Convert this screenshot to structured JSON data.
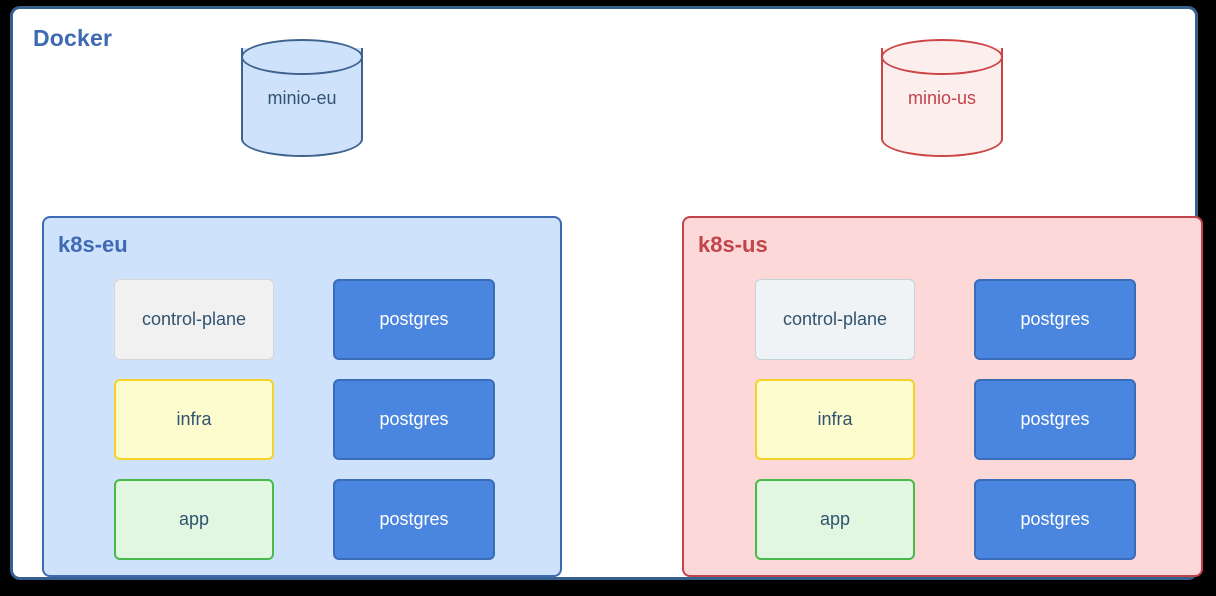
{
  "host": {
    "title": "Docker",
    "title_color": "#3d6ab3",
    "border_color": "#36618f",
    "background": "#ffffff"
  },
  "storage": [
    {
      "id": "minio-eu",
      "label": "minio-eu",
      "shape": "cylinder",
      "fill": "#cfe2fc",
      "stroke": "#3e638e",
      "text_color": "#31536f"
    },
    {
      "id": "minio-us",
      "label": "minio-us",
      "shape": "cylinder",
      "fill": "#fdeeee",
      "stroke": "#c0444a",
      "text_color": "#c0444a"
    }
  ],
  "clusters": [
    {
      "id": "k8s-eu",
      "title": "k8s-eu",
      "fill": "#cfe2fc",
      "stroke": "#3d6ab3",
      "title_color": "#3d6ab3",
      "nodes": {
        "control_plane": "control-plane",
        "infra": "infra",
        "app": "app",
        "db1": "postgres",
        "db2": "postgres",
        "db3": "postgres"
      }
    },
    {
      "id": "k8s-us",
      "title": "k8s-us",
      "fill": "#fcd8d8",
      "stroke": "#c0444a",
      "title_color": "#c0444a",
      "nodes": {
        "control_plane": "control-plane",
        "infra": "infra",
        "app": "app",
        "db1": "postgres",
        "db2": "postgres",
        "db3": "postgres"
      }
    }
  ],
  "palette": {
    "postgres_fill": "#4a86e0",
    "postgres_stroke": "#3a6db8",
    "infra_fill": "#fcfcce",
    "infra_stroke": "#f5d228",
    "app_fill": "#e2f7e2",
    "app_stroke": "#48ba4a",
    "control_plane_fill": "#f1f1f1",
    "control_plane_stroke": "#d6d6d6",
    "node_text": "#31536f",
    "page_background": "#000000"
  }
}
